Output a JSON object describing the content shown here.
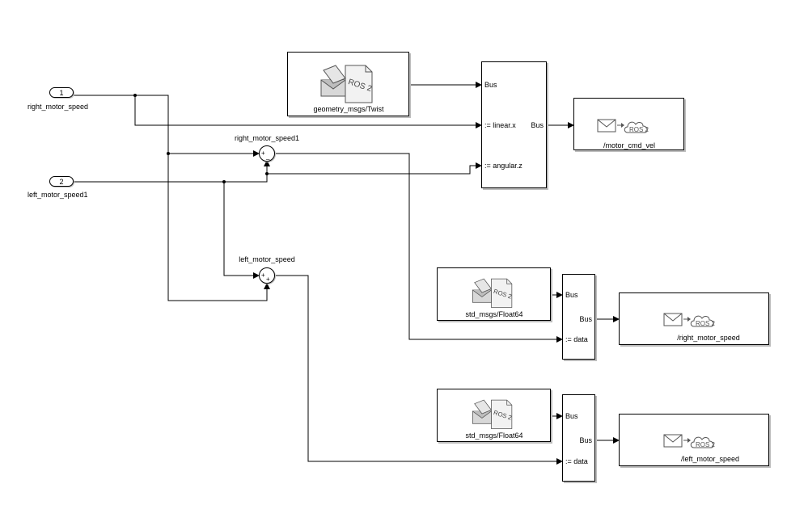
{
  "inports": [
    {
      "number": "1",
      "label": "right_motor_speed"
    },
    {
      "number": "2",
      "label": "left_motor_speed1"
    }
  ],
  "sums": [
    {
      "label": "right_motor_speed1",
      "signs": [
        "+",
        "_"
      ]
    },
    {
      "label": "left_motor_speed",
      "signs": [
        "+",
        "+"
      ]
    }
  ],
  "blank_messages": [
    {
      "label": "geometry_msgs/Twist",
      "icon": "ros2-message-icon",
      "icon_text": "ROS 2"
    },
    {
      "label": "std_msgs/Float64",
      "icon": "ros2-message-icon",
      "icon_text": "ROS 2"
    },
    {
      "label": "std_msgs/Float64",
      "icon": "ros2-message-icon",
      "icon_text": "ROS 2"
    }
  ],
  "bus_assignments": [
    {
      "ports_in": [
        "Bus",
        ":= linear.x",
        ":= angular.z"
      ],
      "port_out": "Bus"
    },
    {
      "ports_in": [
        "Bus",
        ":= data"
      ],
      "port_out": "Bus"
    },
    {
      "ports_in": [
        "Bus",
        ":= data"
      ],
      "port_out": "Bus"
    }
  ],
  "publishers": [
    {
      "topic": "/motor_cmd_vel",
      "icon": "ros2-publish-icon",
      "icon_text": "ROS 2"
    },
    {
      "topic": "/right_motor_speed",
      "icon": "ros2-publish-icon",
      "icon_text": "ROS 2"
    },
    {
      "topic": "/left_motor_speed",
      "icon": "ros2-publish-icon",
      "icon_text": "ROS 2"
    }
  ]
}
